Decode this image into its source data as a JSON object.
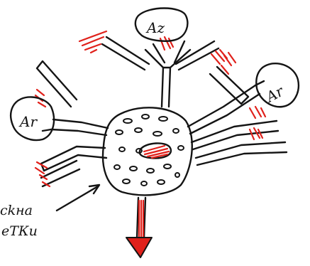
{
  "diagram": {
    "cell_labels": {
      "top": "Az",
      "left": "Ar",
      "right": "Ar"
    },
    "annotation_lines": [
      "сkна",
      "еTКи"
    ],
    "colors": {
      "ink": "#141414",
      "highlight": "#e0211b"
    }
  }
}
